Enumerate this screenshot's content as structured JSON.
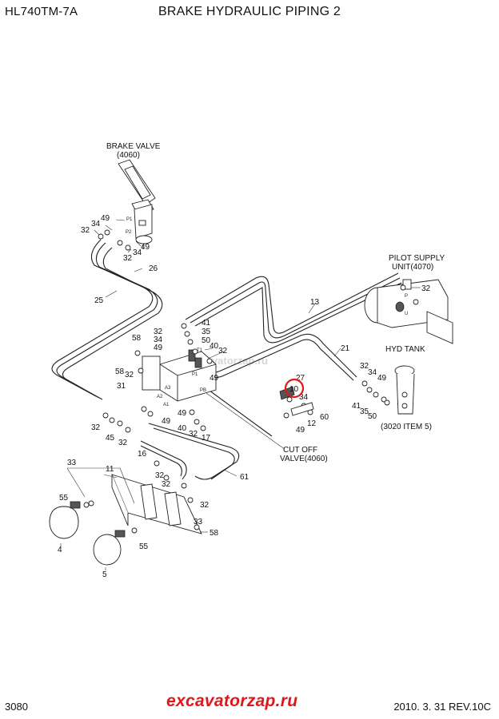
{
  "header": {
    "model": "HL740TM-7A",
    "title": "BRAKE HYDRAULIC PIPING 2"
  },
  "footer": {
    "page_number": "3080",
    "brand": "excavatorzap.ru",
    "date_rev": "2010. 3. 31  REV.10C"
  },
  "watermark": "excavatorzap.ru",
  "callout_highlight_color": "#e0181b",
  "labels": {
    "brake_valve_1": "BRAKE VALVE",
    "brake_valve_2": "(4060)",
    "pilot_supply_1": "PILOT SUPPLY",
    "pilot_supply_2": "UNIT(4070)",
    "hyd_tank": "HYD TANK",
    "hyd_tank_ref": "(3020  ITEM 5)",
    "cut_off_1": "CUT OFF",
    "cut_off_2": "VALVE(4060)"
  },
  "port_marks": {
    "p1": "P1",
    "p2": "P2",
    "t": "T",
    "p": "P",
    "u": "U",
    "a1": "A1",
    "a2": "A2",
    "a3": "A3",
    "pb": "PB",
    "t1": "T1",
    "p1b": "P1"
  },
  "callouts": {
    "c49a": "49",
    "c34a": "34",
    "c32a": "32",
    "c49b": "49",
    "c32b": "32",
    "c34b": "34",
    "c26": "26",
    "c25": "25",
    "c41": "41",
    "c35": "35",
    "c50": "50",
    "c40": "40",
    "c32c": "32",
    "c32d": "32",
    "c34c": "34",
    "c49c": "49",
    "c58a": "58",
    "c58b": "58",
    "c31": "31",
    "c49d": "49",
    "c13": "13",
    "c21": "21",
    "c27": "27",
    "c10": "10",
    "c34d": "34",
    "c12": "12",
    "c49e": "49",
    "c60": "60",
    "c32e": "32",
    "c32f": "32",
    "c34e": "34",
    "c49f": "49",
    "c41b": "41",
    "c35b": "35",
    "c50b": "50",
    "c32g": "32",
    "c32h": "32",
    "c45": "45",
    "c32i": "32",
    "c49g": "49",
    "c49h": "49",
    "c40b": "40",
    "c17": "17",
    "c32j": "32",
    "c16": "16",
    "c33a": "33",
    "c11": "11",
    "c32k": "32",
    "c32l": "32",
    "c61": "61",
    "c32m": "32",
    "c55a": "55",
    "c4": "4",
    "c55b": "55",
    "c5": "5",
    "c33b": "33",
    "c58c": "58"
  }
}
